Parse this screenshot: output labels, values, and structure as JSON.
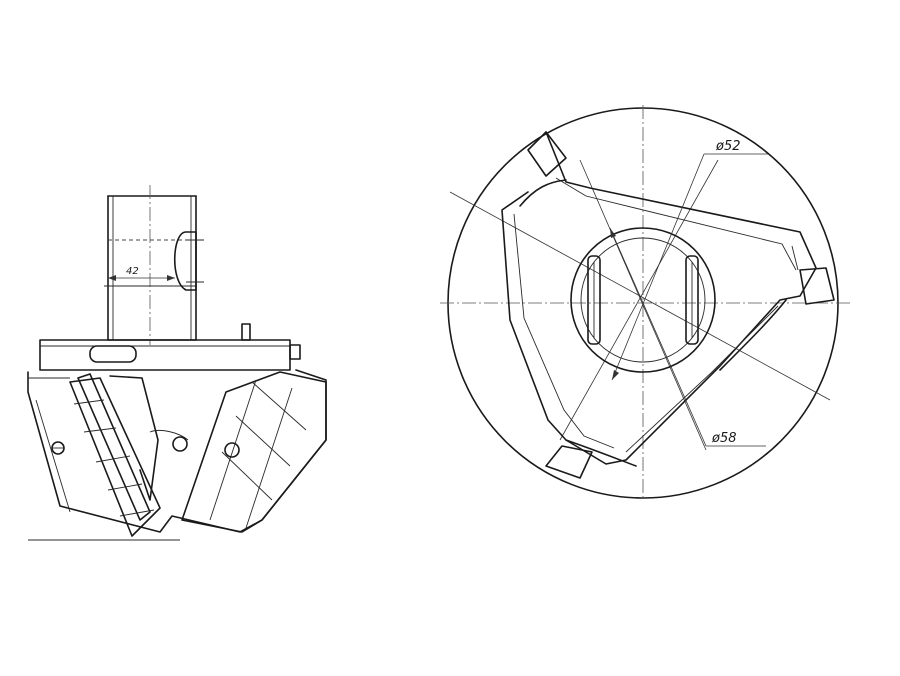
{
  "diagram": {
    "side_view": {
      "dimension_label": "42"
    },
    "plan_view": {
      "dimension_inner": "ø52",
      "dimension_outer": "ø58"
    },
    "colors": {
      "ink": "#1a1a1a",
      "paper": "#ffffff"
    }
  }
}
